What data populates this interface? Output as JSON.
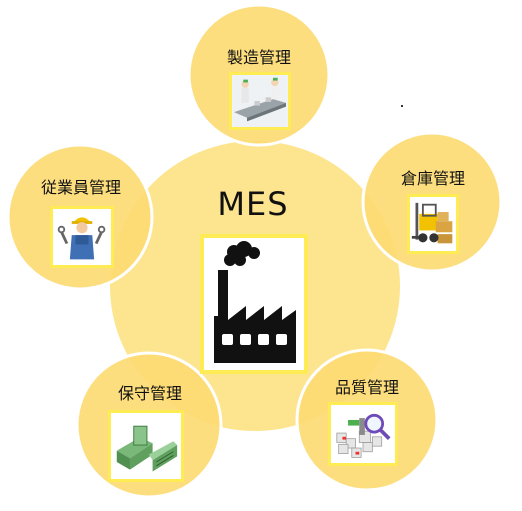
{
  "center": {
    "title": "MES",
    "icon": "factory-icon"
  },
  "modules": [
    {
      "id": "manufacturing",
      "label": "製造管理",
      "icon": "conveyor-workers-icon"
    },
    {
      "id": "warehouse",
      "label": "倉庫管理",
      "icon": "forklift-icon"
    },
    {
      "id": "quality",
      "label": "品質管理",
      "icon": "magnifier-inspection-icon"
    },
    {
      "id": "maintenance",
      "label": "保守管理",
      "icon": "machine-icon"
    },
    {
      "id": "employee",
      "label": "従業員管理",
      "icon": "worker-wrench-icon"
    }
  ],
  "colors": {
    "big_circle": "#fde58f",
    "small_circle": "#fddb73",
    "outline": "#ffffff",
    "icon_border": "#ffec55",
    "factory": "#111111"
  }
}
